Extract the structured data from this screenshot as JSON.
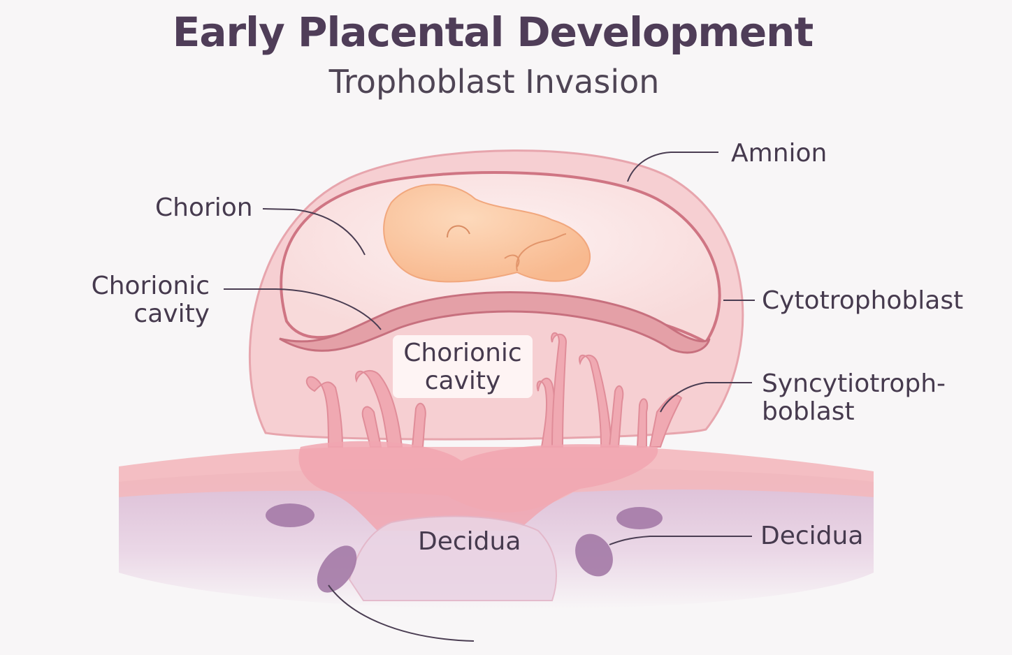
{
  "title": "Early Placental Development",
  "subtitle": "Trophoblast Invasion",
  "labels": {
    "amnion": "Amnion",
    "chorion": "Chorion",
    "chorionic_cavity_left_line1": "Chorionic",
    "chorionic_cavity_left_line2": "cavity",
    "chorionic_cavity_center_line1": "Chorionic",
    "chorionic_cavity_center_line2": "cavity",
    "cytotrophoblast": "Cytotrophoblast",
    "syncytiotrophoblast_line1": "Syncytiotroph-",
    "syncytiotrophoblast_line2": "boblast",
    "decidua_center": "Decidua",
    "decidua_right": "Decidua"
  },
  "colors": {
    "background": "#f8f6f7",
    "sac_outer": "#f6cfd2",
    "sac_inner": "#fdeeee",
    "membrane": "#e8a2aa",
    "membrane_edge": "#c9707e",
    "embryo": "#fbc9a3",
    "villi": "#f0a9b2",
    "decidua": "#e3c8dc",
    "decidua_cell": "#a47aa7",
    "leader_line": "#4a3d52"
  }
}
